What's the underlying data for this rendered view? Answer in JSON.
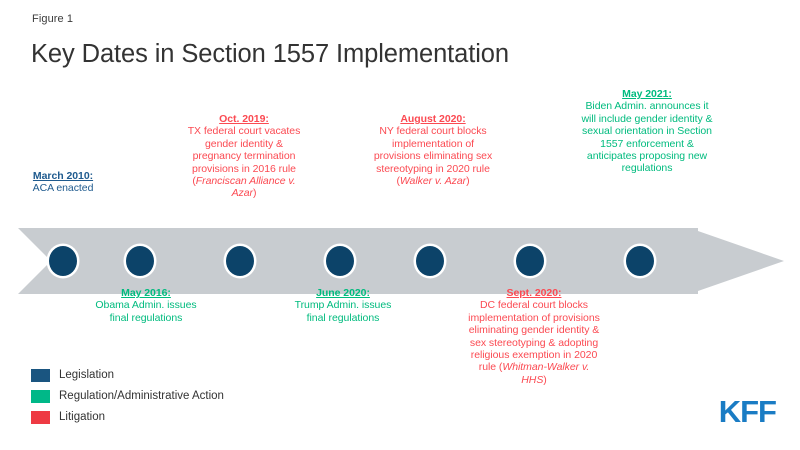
{
  "header": {
    "figure_label": "Figure 1",
    "title": "Key Dates in Section 1557 Implementation"
  },
  "colors": {
    "legislation": "#1e5a8e",
    "regulation": "#00bb7e",
    "litigation": "#fb4a52",
    "legend_legislation": "#1a5580",
    "legend_regulation": "#00b888",
    "legend_litigation": "#ee3a43",
    "dot": "#0c4369",
    "arrow_band": "#c8ccd0",
    "title_text": "#333333",
    "brand": "#1a7cc4"
  },
  "timeline": {
    "events": [
      {
        "date": "March 2010:",
        "body": "ACA enacted",
        "category": "legislation",
        "position": "above"
      },
      {
        "date": "May 2016:",
        "body": "Obama Admin. issues final regulations",
        "category": "regulation",
        "position": "below"
      },
      {
        "date": "Oct. 2019:",
        "body": "TX federal court vacates gender identity & pregnancy termination provisions in 2016 rule (",
        "body_italic": "Franciscan Alliance v. Azar",
        "body_tail": ")",
        "category": "litigation",
        "position": "above"
      },
      {
        "date": "June 2020:",
        "body": "Trump Admin. issues final regulations",
        "category": "regulation",
        "position": "below"
      },
      {
        "date": "August 2020:",
        "body": "NY federal court blocks implementation of provisions eliminating sex stereotyping in 2020 rule (",
        "body_italic": "Walker v. Azar",
        "body_tail": ")",
        "category": "litigation",
        "position": "above"
      },
      {
        "date": "Sept. 2020:",
        "body": "DC federal court blocks implementation of provisions eliminating gender identity & sex stereotyping & adopting religious exemption in 2020 rule (",
        "body_italic": "Whitman-Walker v. HHS",
        "body_tail": ")",
        "category": "litigation",
        "position": "below"
      },
      {
        "date": "May 2021:",
        "body": "Biden Admin. announces it will include gender identity & sexual orientation in Section 1557 enforcement & anticipates proposing new regulations",
        "category": "regulation",
        "position": "above"
      }
    ]
  },
  "legend": {
    "items": [
      {
        "label": "Legislation",
        "color": "#1a5580"
      },
      {
        "label": "Regulation/Administrative Action",
        "color": "#00b888"
      },
      {
        "label": "Litigation",
        "color": "#ee3a43"
      }
    ]
  },
  "branding": {
    "logo_text": "KFF"
  }
}
